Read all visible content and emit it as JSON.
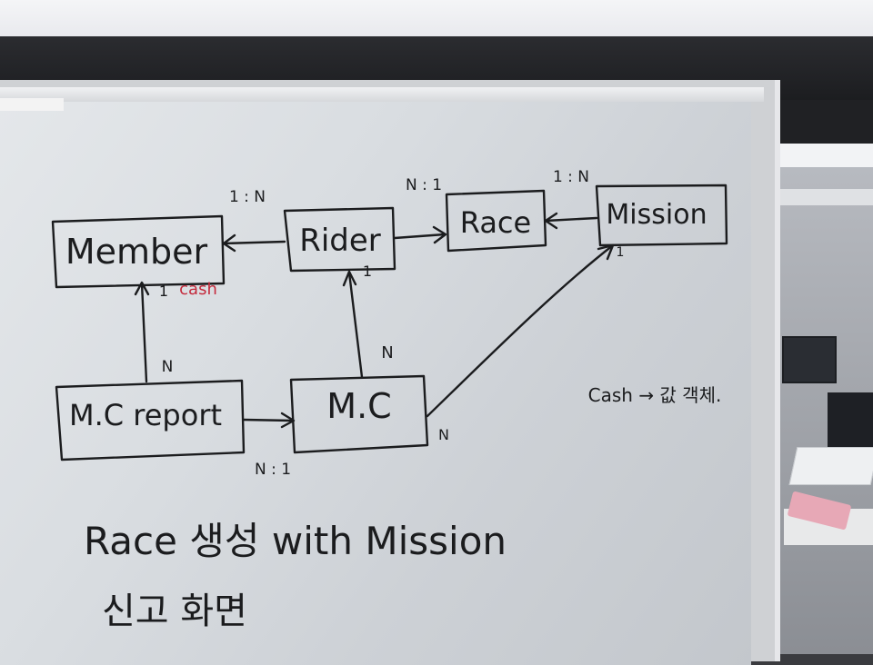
{
  "board": {
    "entities": {
      "member": "Member",
      "rider": "Rider",
      "race": "Race",
      "mission": "Mission",
      "mc_report": "M.C report",
      "mc": "M.C"
    },
    "labels": {
      "rider_member": "1 : N",
      "race_left": "N : 1",
      "mission_right": "1 : N",
      "member_cash_one": "1",
      "member_cash": "cash",
      "rider_mc_one": "1",
      "mc_n": "N",
      "mcreport_n": "N",
      "mcreport_mc": "N : 1",
      "mc_mission_n": "N",
      "mission_n": "1"
    },
    "notes": {
      "cash_note": "Cash → 값 객체.",
      "line1": "Race 생성 with Mission",
      "line2": "신고 화면"
    }
  },
  "colors": {
    "ink": "#1b1c1e",
    "red_marker": "#c42a3c",
    "board": "#d9dde1"
  }
}
